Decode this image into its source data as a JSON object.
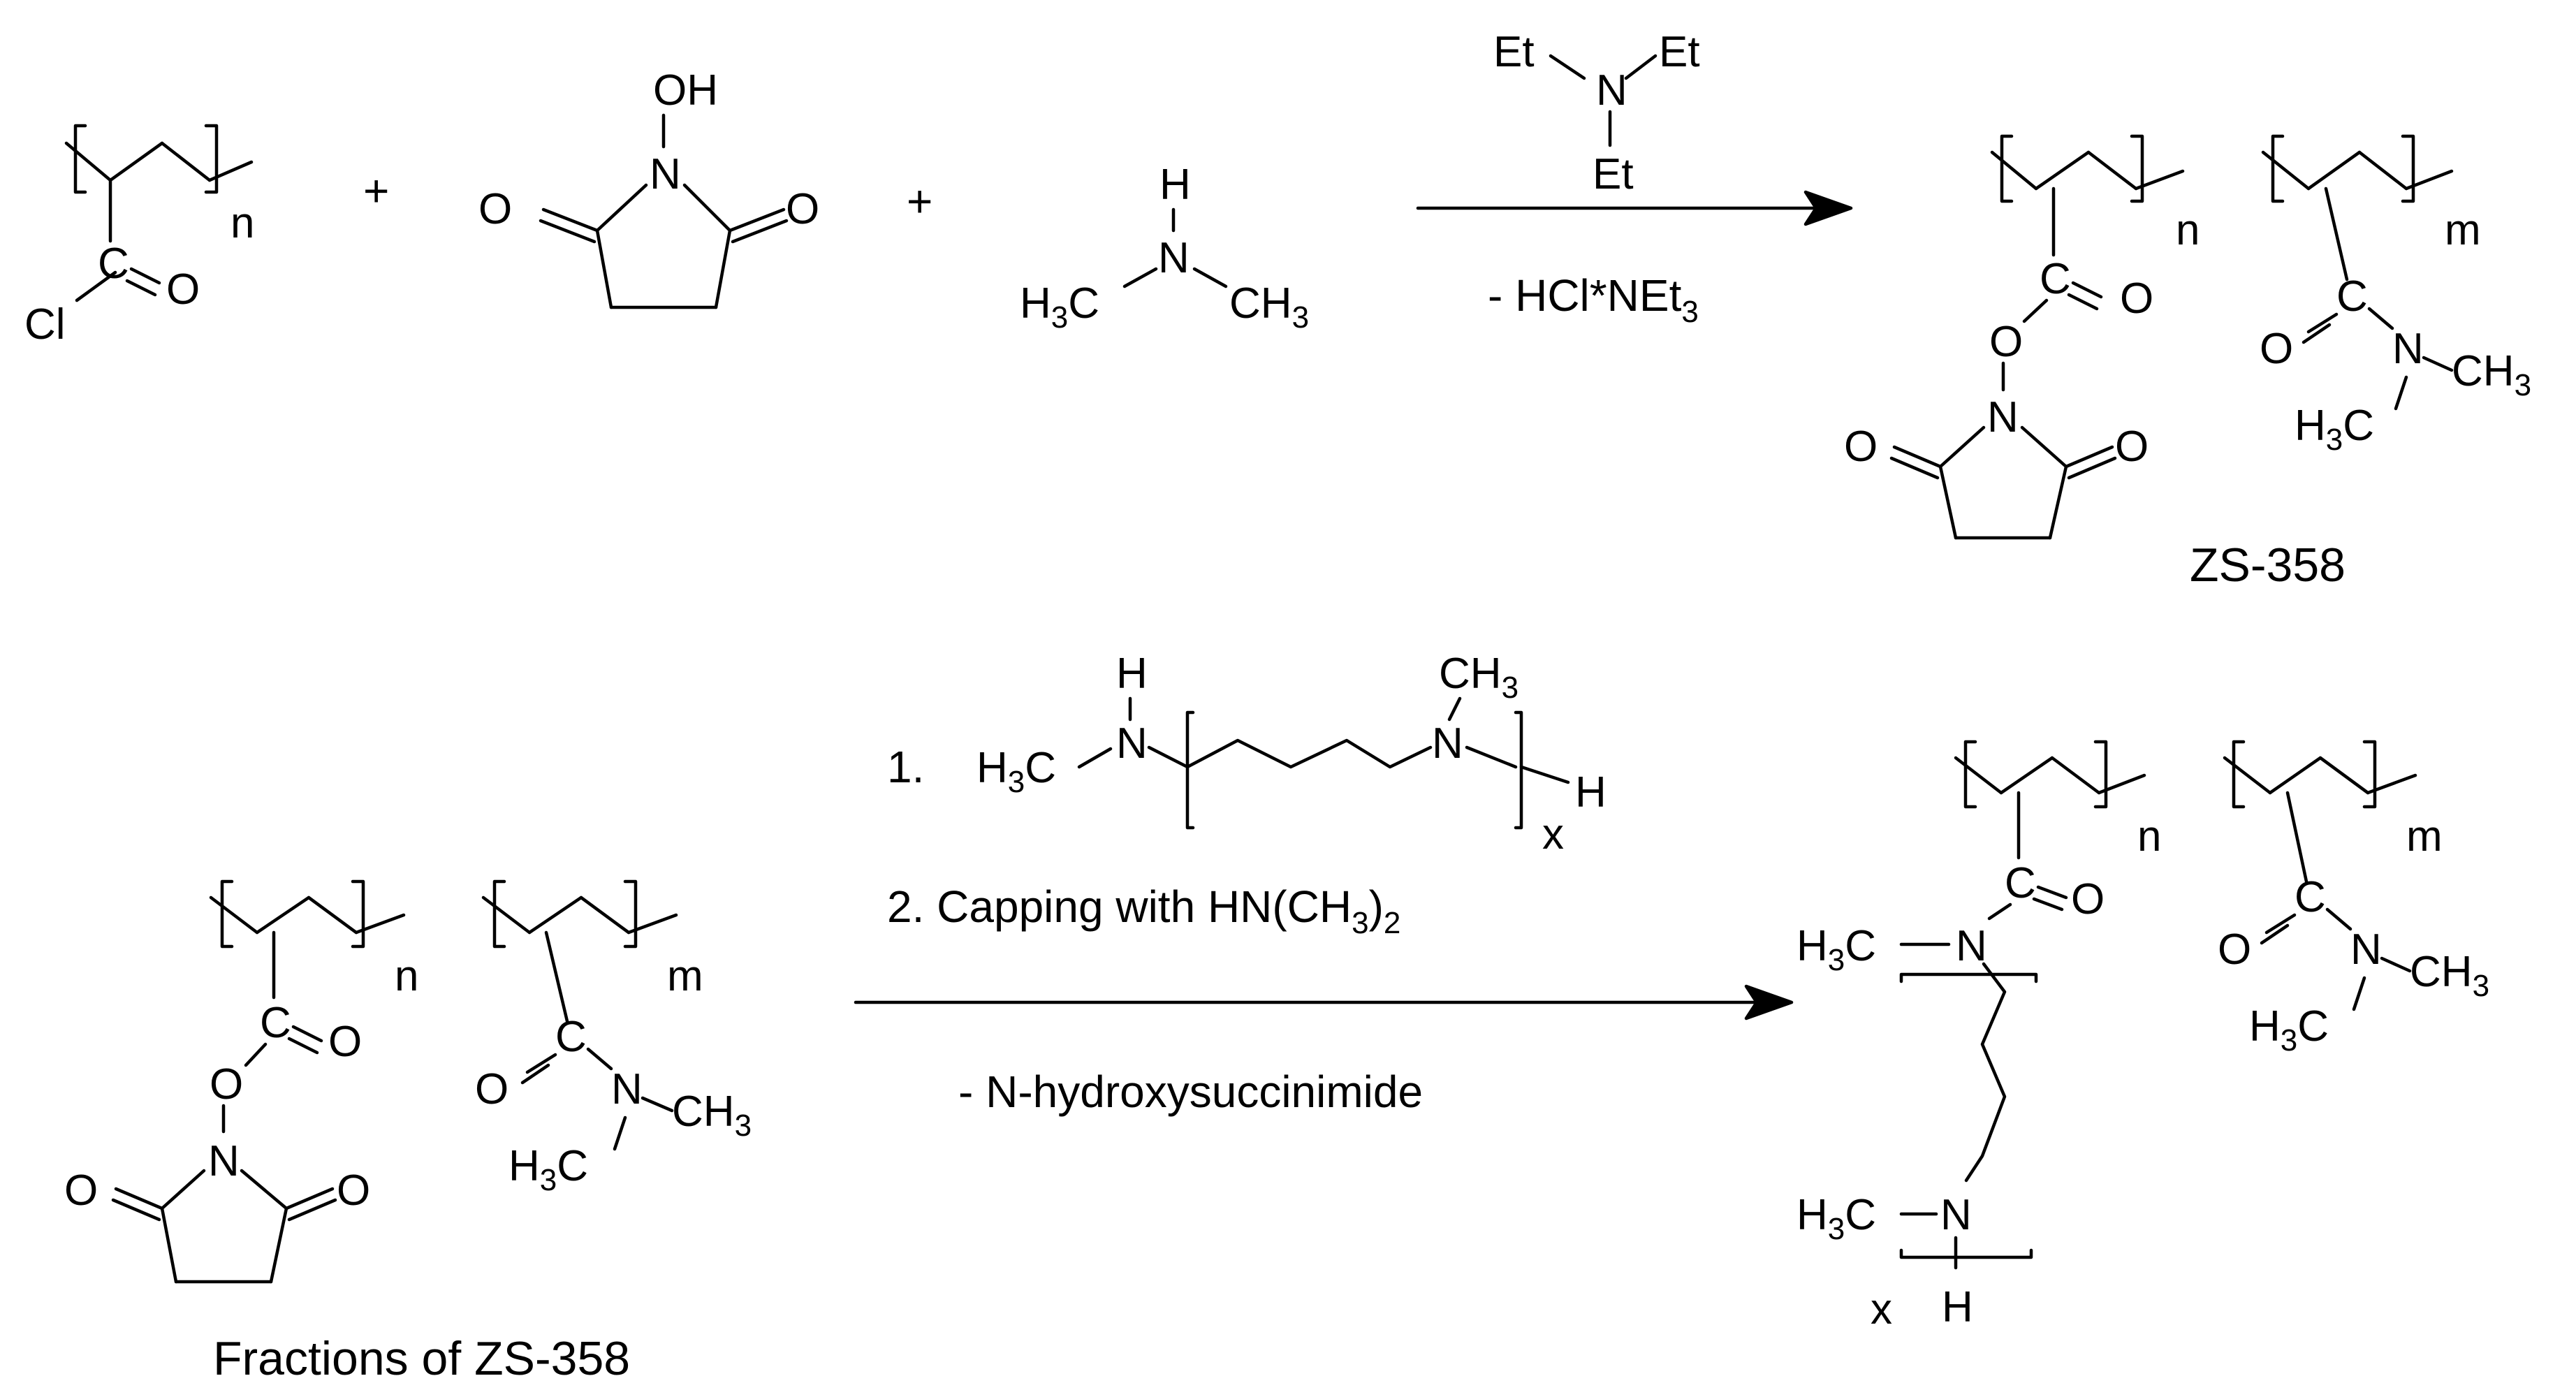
{
  "reagents_top": {
    "et1": "Et",
    "et2": "Et",
    "et3": "Et",
    "n": "N"
  },
  "conditions_top": {
    "byproduct": "- HCl*NEt",
    "byproduct_sub": "3"
  },
  "plus": "+",
  "atoms": {
    "Cl": "Cl",
    "C": "C",
    "O": "O",
    "N": "N",
    "H": "H",
    "OH": "OH",
    "H3C_main": "H",
    "CH3_main": "CH",
    "sub3": "3",
    "sub2": "2"
  },
  "indices": {
    "n": "n",
    "m": "m",
    "x": "x"
  },
  "labels": {
    "product_top": "ZS-358",
    "starting_bottom": "Fractions of ZS-358"
  },
  "conditions_bottom": {
    "step1_num": "1.",
    "step2": "2.  Capping with HN(CH",
    "step2_end": ")",
    "byproduct": "- N-hydroxysuccinimide"
  }
}
